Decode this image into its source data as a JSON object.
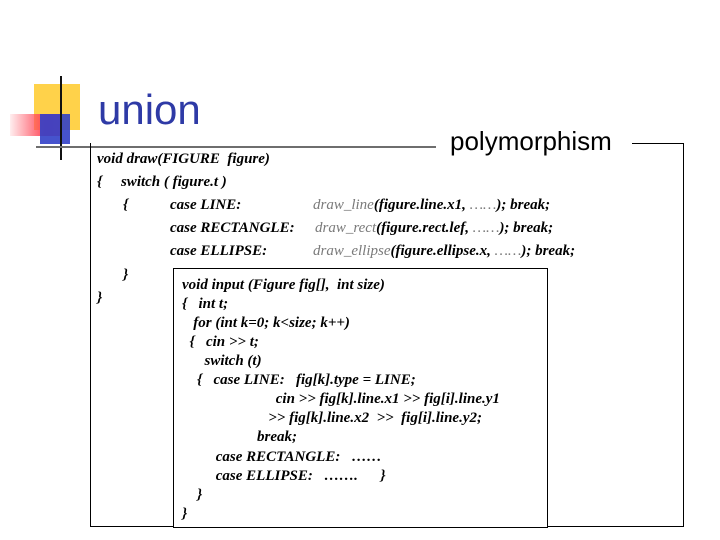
{
  "slide": {
    "title": "union",
    "subtitle": "polymorphism"
  },
  "draw_code": {
    "signature": "void draw(FIGURE  figure)",
    "open_switch": "{     switch ( figure.t )",
    "open_brace": "{",
    "case_line": {
      "label": "case LINE:",
      "func": "draw_line",
      "args": "(figure.line.x1, ",
      "ellipsis": "……",
      "tail": "); break;"
    },
    "case_rect": {
      "label": "case RECTANGLE:",
      "func": "draw_rect",
      "args": "(figure.rect.lef, ",
      "ellipsis": "……",
      "tail": "); break;"
    },
    "case_ellipse": {
      "label": "case ELLIPSE:",
      "func": "draw_ellipse",
      "args": "(figure.ellipse.x, ",
      "ellipsis": "……",
      "tail": "); break;"
    },
    "close_inner": "}",
    "close_outer": "}"
  },
  "input_code": [
    "void input (Figure fig[],  int size)",
    "{   int t;",
    "   for (int k=0; k<size; k++)",
    "  {   cin >> t;",
    "      switch (t)",
    "    {   case LINE:   fig[k].type = LINE;",
    "                         cin >> fig[k].line.x1 >> fig[i].line.y1",
    "                       >> fig[k].line.x2  >>  fig[i].line.y2;",
    "                    break;",
    "         case RECTANGLE:   ……",
    "         case ELLIPSE:   …….      }",
    "    }",
    "}"
  ]
}
